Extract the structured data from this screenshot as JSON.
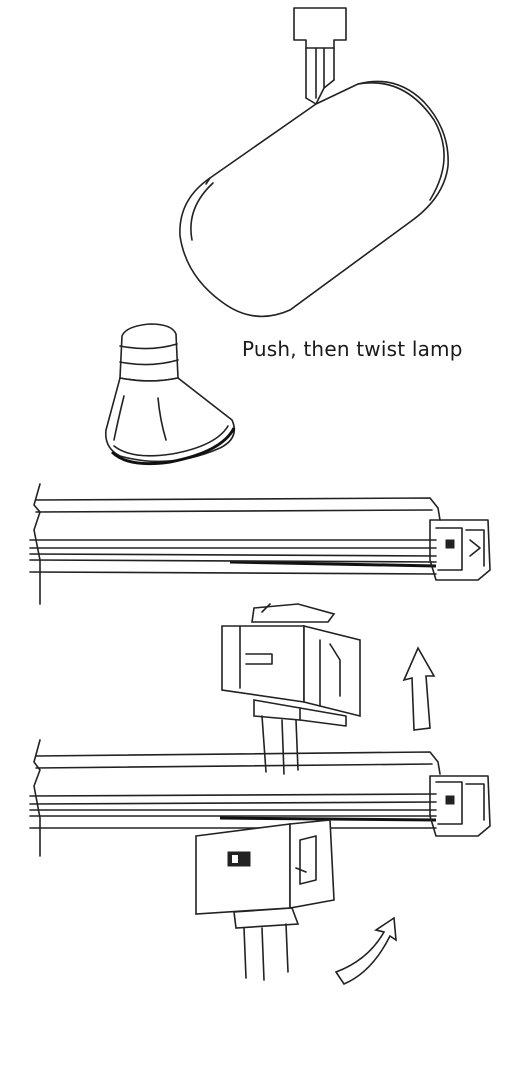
{
  "instruction": {
    "text": "Push, then twist lamp"
  },
  "icons": [
    "track-head-fixture",
    "lamp-bulb",
    "track-rail",
    "track-adapter",
    "up-arrow-icon",
    "twist-arrow-icon"
  ]
}
